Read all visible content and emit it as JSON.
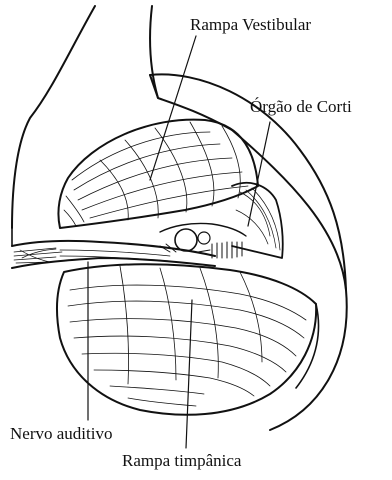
{
  "labels": {
    "rampa_vestibular": "Rampa Vestibular",
    "orgao_de_corti": "Órgão de Corti",
    "nervo_auditivo": "Nervo auditivo",
    "rampa_timpanica": "Rampa timpânica"
  }
}
